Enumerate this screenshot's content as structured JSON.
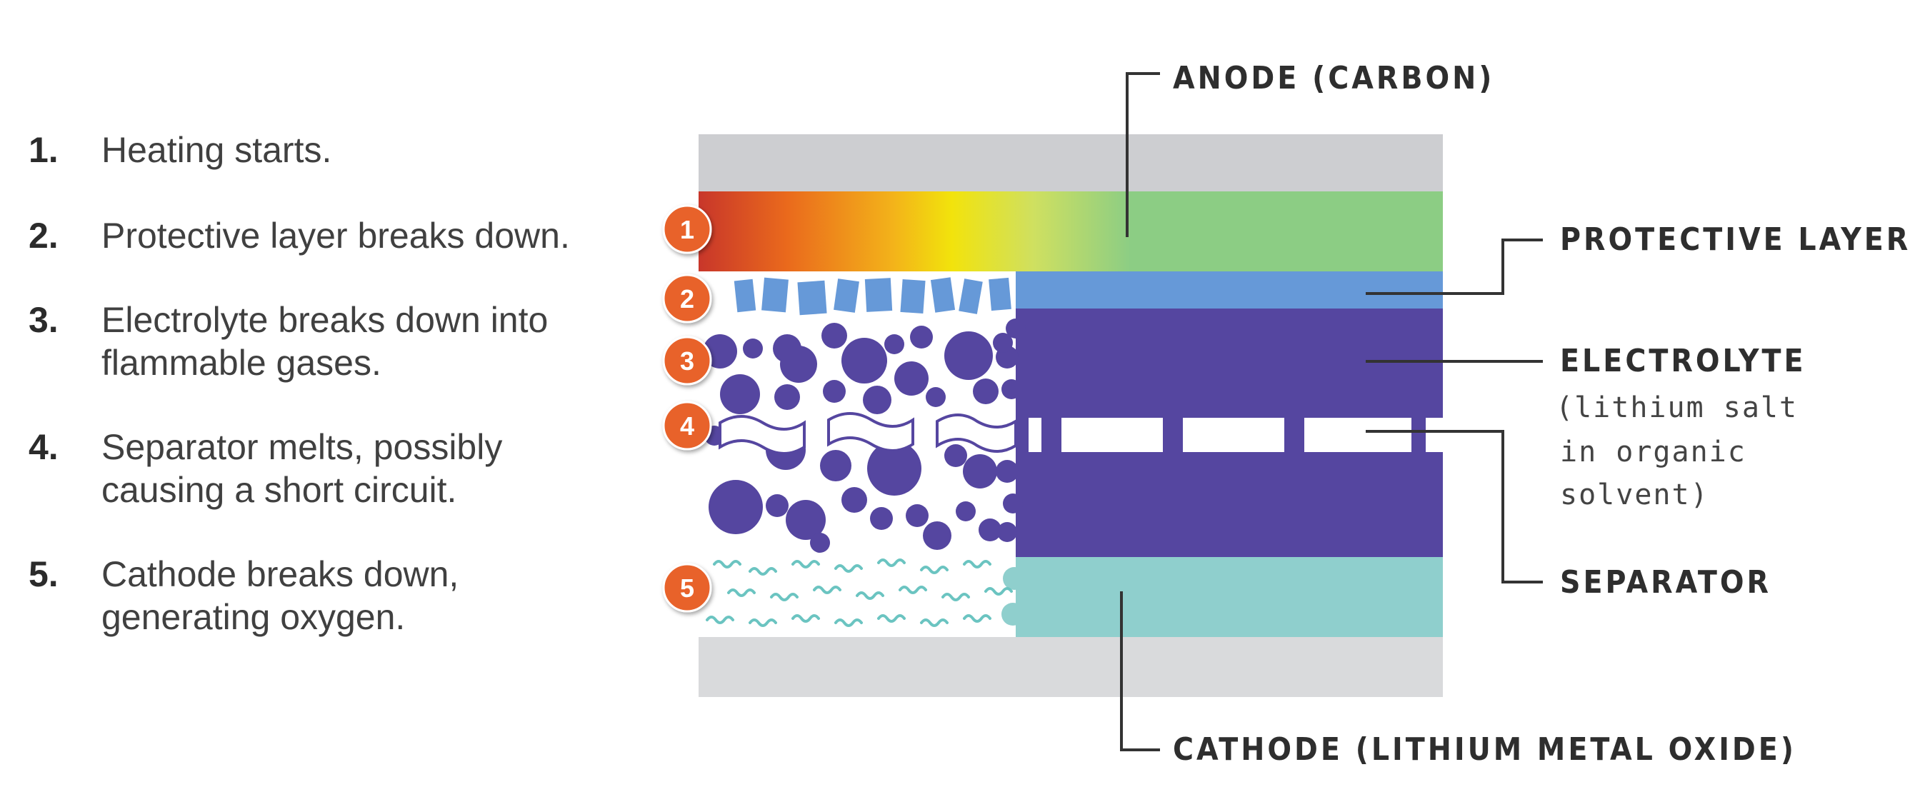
{
  "steps": [
    {
      "num": "1.",
      "text": "Heating starts."
    },
    {
      "num": "2.",
      "text": "Protective layer breaks down."
    },
    {
      "num": "3.",
      "text": "Electrolyte breaks down into flammable gases."
    },
    {
      "num": "4.",
      "text": "Separator melts, possibly causing a short circuit."
    },
    {
      "num": "5.",
      "text": "Cathode breaks down, generating oxygen."
    }
  ],
  "labels": {
    "anode": "ANODE (CARBON)",
    "protective": "PROTECTIVE LAYER",
    "electrolyte": "ELECTROLYTE",
    "electrolyte_sub_1": "(lithium salt",
    "electrolyte_sub_2": "in organic",
    "electrolyte_sub_3": "solvent)",
    "separator": "SEPARATOR",
    "cathode": "CATHODE (LITHIUM METAL OXIDE)"
  },
  "markers": [
    "1",
    "2",
    "3",
    "4",
    "5"
  ],
  "colors": {
    "casing": "#cdced1",
    "anode": "#8ccd84",
    "protective": "#6699d8",
    "electrolyte": "#5546a0",
    "cathode": "#8fcfcd",
    "marker": "#e8622a",
    "heat_start": "#c8362a",
    "heat_mid": "#f2e30c"
  }
}
